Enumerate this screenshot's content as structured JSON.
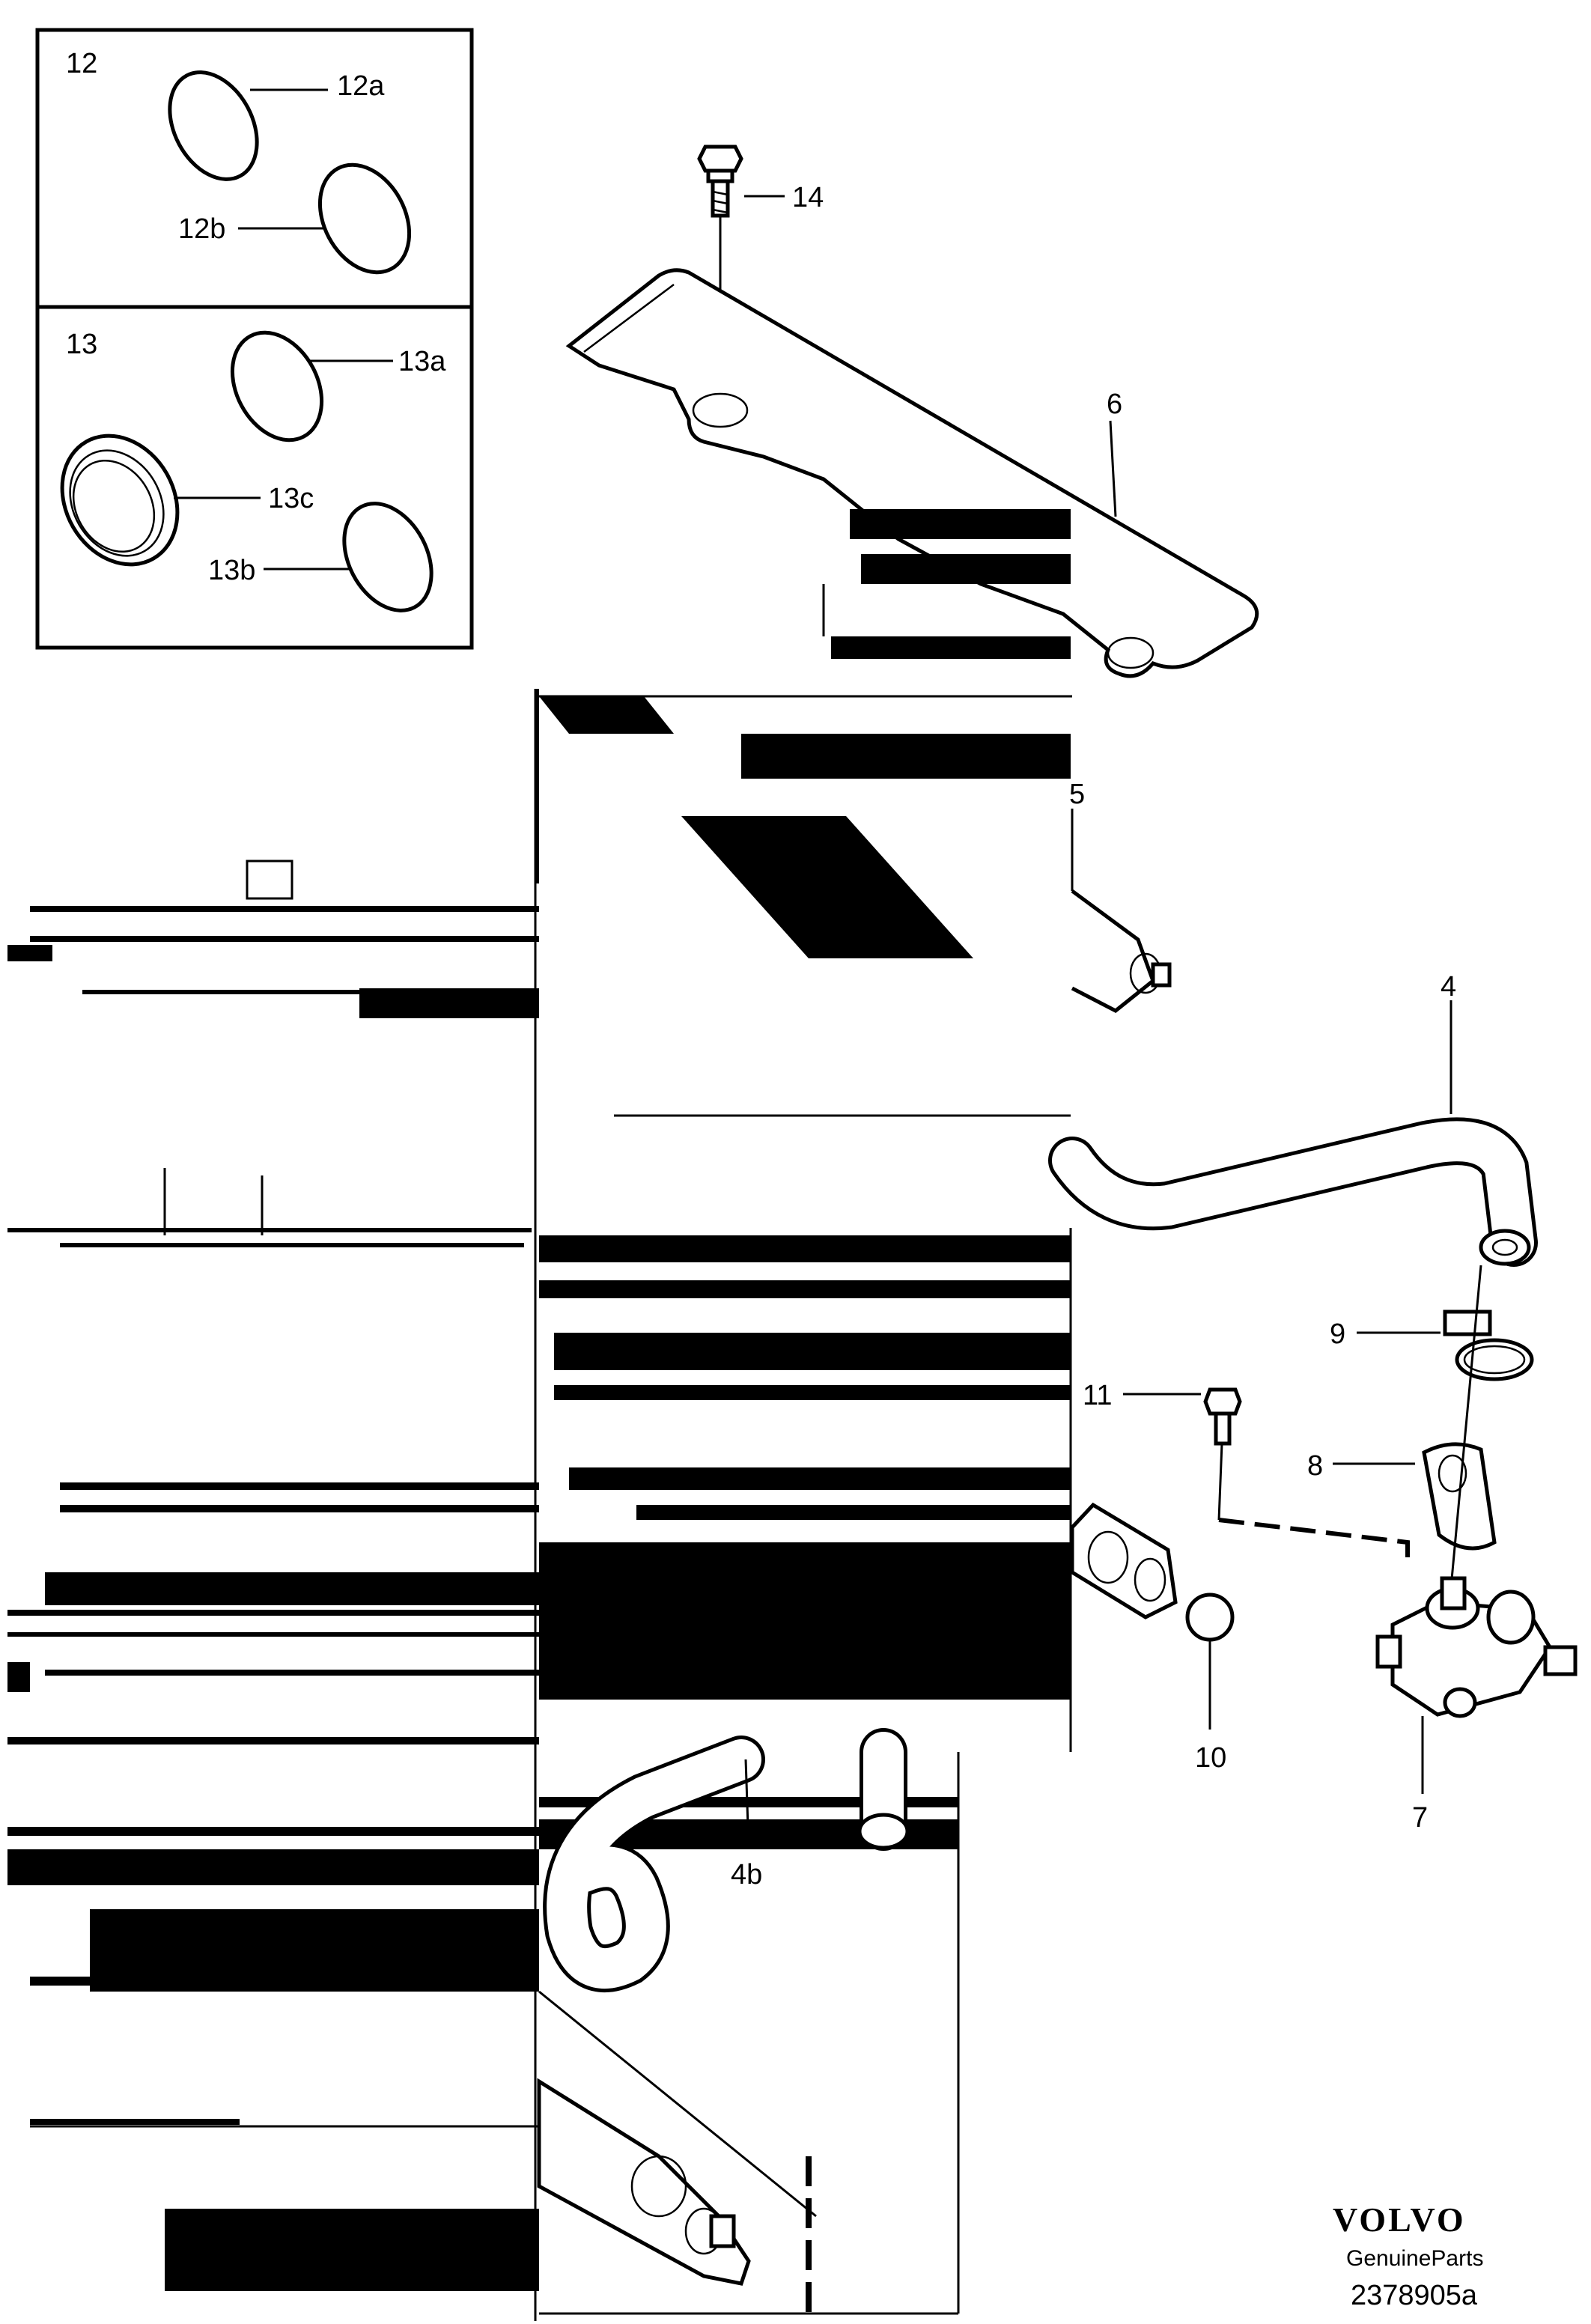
{
  "insets": {
    "box12": {
      "title": "12",
      "labels": {
        "a": "12a",
        "b": "12b"
      }
    },
    "box13": {
      "title": "13",
      "labels": {
        "a": "13a",
        "b": "13b",
        "c": "13c"
      }
    }
  },
  "callouts": {
    "p14": "14",
    "p6": "6",
    "p5": "5",
    "p4": "4",
    "p9": "9",
    "p11": "11",
    "p8": "8",
    "p10": "10",
    "p7": "7",
    "p4b": "4b"
  },
  "footer": {
    "brand": "VOLVO",
    "tagline": "GenuineParts",
    "reference": "2378905a"
  }
}
